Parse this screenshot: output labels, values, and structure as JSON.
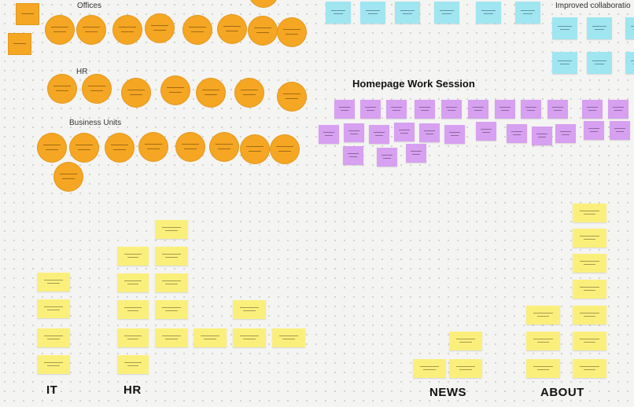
{
  "labels": {
    "offices": "Offices",
    "hr": "HR",
    "business_units": "Business Units",
    "homepage": "Homepage Work Session",
    "improved": "Improved collaboratio",
    "col_it": "IT",
    "col_hr": "HR",
    "col_news": "NEWS",
    "col_about": "ABOUT"
  },
  "colors": {
    "orange": "#f5a623",
    "yellow": "#fbef7c",
    "purple": "#d7a0f0",
    "cyan": "#9fe6f1"
  }
}
